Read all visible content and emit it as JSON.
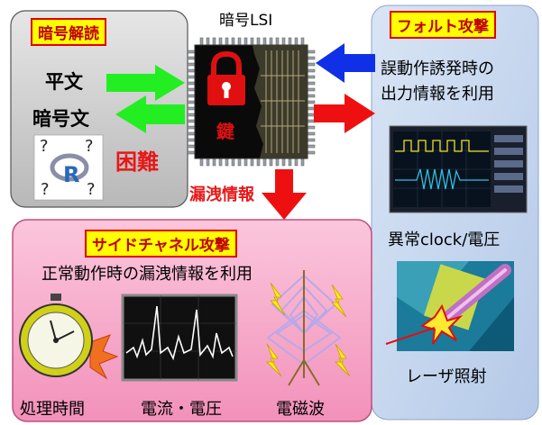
{
  "crypto_panel": {
    "tag": "暗号解読",
    "plaintext": "平文",
    "ciphertext": "暗号文",
    "difficulty": "困難"
  },
  "chip": {
    "title": "暗号LSI",
    "key_label": "鍵"
  },
  "leak_label": "漏洩情報",
  "fault_panel": {
    "tag": "フォルト攻撃",
    "description_line1": "誤動作誘発時の",
    "description_line2": "出力情報を利用",
    "clock_label": "異常clock/電圧",
    "laser_label": "レーザ照射"
  },
  "side_channel_panel": {
    "tag": "サイドチャネル攻撃",
    "description": "正常動作時の漏洩情報を利用",
    "labels": [
      "処理時間",
      "電流・電圧",
      "電磁波"
    ]
  },
  "colors": {
    "left_panel_fill": "#c8c8c8",
    "fault_panel_fill": "#c2d4ec",
    "side_panel_fill": "#f7a8c8",
    "arrow_green": "#22ee22",
    "arrow_blue": "#1030e8",
    "arrow_red": "#ee1010"
  }
}
